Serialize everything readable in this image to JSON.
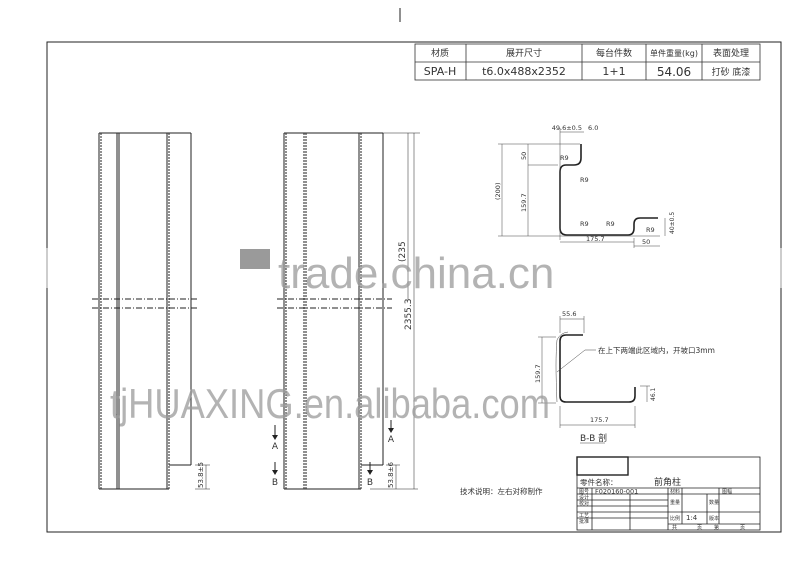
{
  "spec_table": {
    "headers": [
      "材质",
      "展开尺寸",
      "每台件数",
      "单件重量(kg)",
      "表面处理"
    ],
    "values": [
      "SPA-H",
      "t6.0x488x2352",
      "1+1",
      "54.06",
      "打砂 底漆"
    ]
  },
  "elevation": {
    "bottom_dim_left": "53.8±5",
    "bottom_dim_right": "53.8±6",
    "length_dim": "2355.3",
    "length_ref_dim": "(235",
    "section_a": "A",
    "section_b": "B"
  },
  "section_top": {
    "dims": [
      "49.6±0.5",
      "6.0",
      "50",
      "(200)",
      "159.7",
      "175.7",
      "50",
      "40±0.5"
    ],
    "radii": [
      "R9",
      "R9",
      "R9",
      "R9",
      "R9"
    ]
  },
  "section_bb": {
    "dims": [
      "55.6",
      "159.7",
      "175.7",
      "46.1"
    ],
    "note": "在上下两端此区域内，开坡口3mm",
    "label": "B-B 剖"
  },
  "tech_note": "技术说明：左右对称制作",
  "title_block": {
    "part_name_label": "零件名称：",
    "part_name": "前角柱",
    "drawing_no_label": "图号",
    "drawing_no": "F020160-001",
    "rows": [
      "设计",
      "校对",
      "工艺",
      "批准"
    ],
    "material_label": "材料",
    "drawing_label": "图幅",
    "weight_label": "重量",
    "count_label": "数量",
    "scale_label": "比例",
    "scale": "1:4",
    "version_label": "版本",
    "sheets": [
      "共",
      "页",
      "第",
      "页"
    ]
  },
  "watermarks": [
    "trade.china.cn",
    "tjHUAXING.en.alibaba.com"
  ],
  "colors": {
    "line": "#222222",
    "watermark": "#9a9a9a"
  }
}
